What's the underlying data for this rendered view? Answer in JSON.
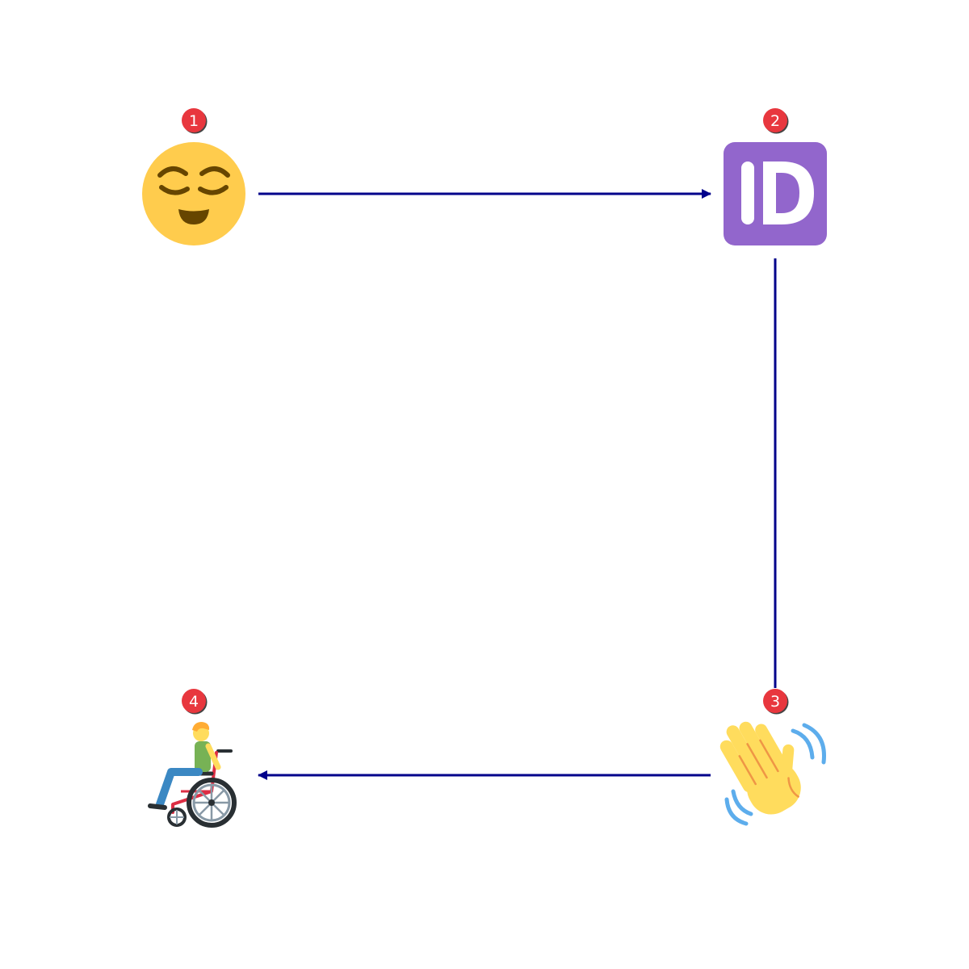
{
  "diagram": {
    "colors": {
      "background": "#ffffff",
      "arrow": "#00008b",
      "badge_fill": "#e8373e",
      "badge_shadow": "#444444",
      "badge_text": "#ffffff"
    },
    "nodes": [
      {
        "id": "node-1",
        "badge": "1",
        "icon": "relieved-face-icon"
      },
      {
        "id": "node-2",
        "badge": "2",
        "icon": "id-button-icon"
      },
      {
        "id": "node-3",
        "badge": "3",
        "icon": "waving-hand-icon"
      },
      {
        "id": "node-4",
        "badge": "4",
        "icon": "person-in-wheelchair-icon"
      }
    ],
    "edges": [
      {
        "from": "1",
        "to": "2"
      },
      {
        "from": "2",
        "to": "3"
      },
      {
        "from": "3",
        "to": "4"
      }
    ]
  }
}
